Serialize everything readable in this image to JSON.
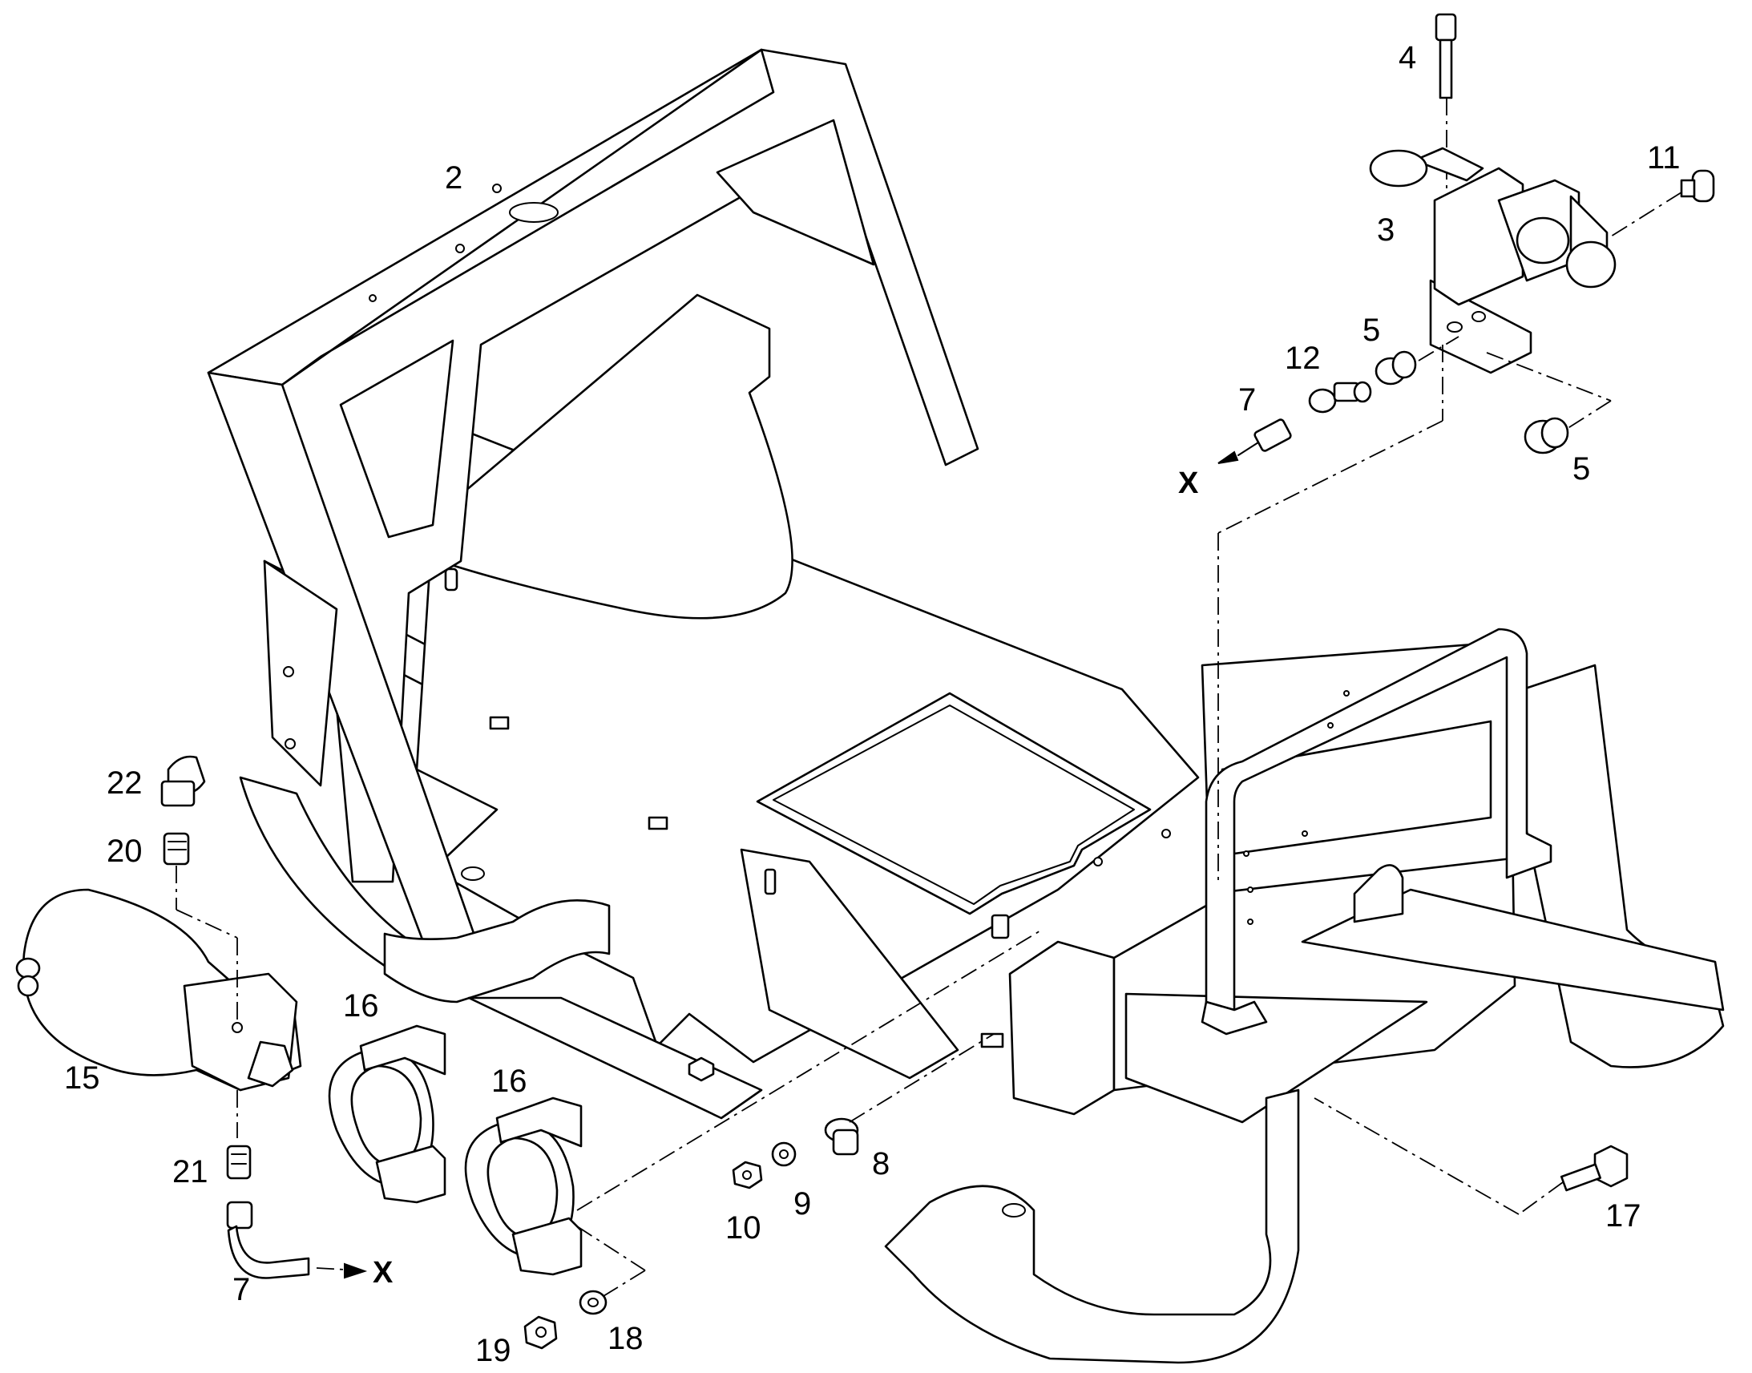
{
  "diagram": {
    "callouts": {
      "c2": "2",
      "c3": "3",
      "c4": "4",
      "c5a": "5",
      "c5b": "5",
      "c7a": "7",
      "c7b": "7",
      "c8": "8",
      "c9": "9",
      "c10": "10",
      "c11": "11",
      "c12": "12",
      "c15": "15",
      "c16a": "16",
      "c16b": "16",
      "c17": "17",
      "c18": "18",
      "c19": "19",
      "c20": "20",
      "c21": "21",
      "c22": "22",
      "xa": "X",
      "xb": "X"
    },
    "colors": {
      "line": "#000000",
      "background": "#ffffff"
    }
  }
}
